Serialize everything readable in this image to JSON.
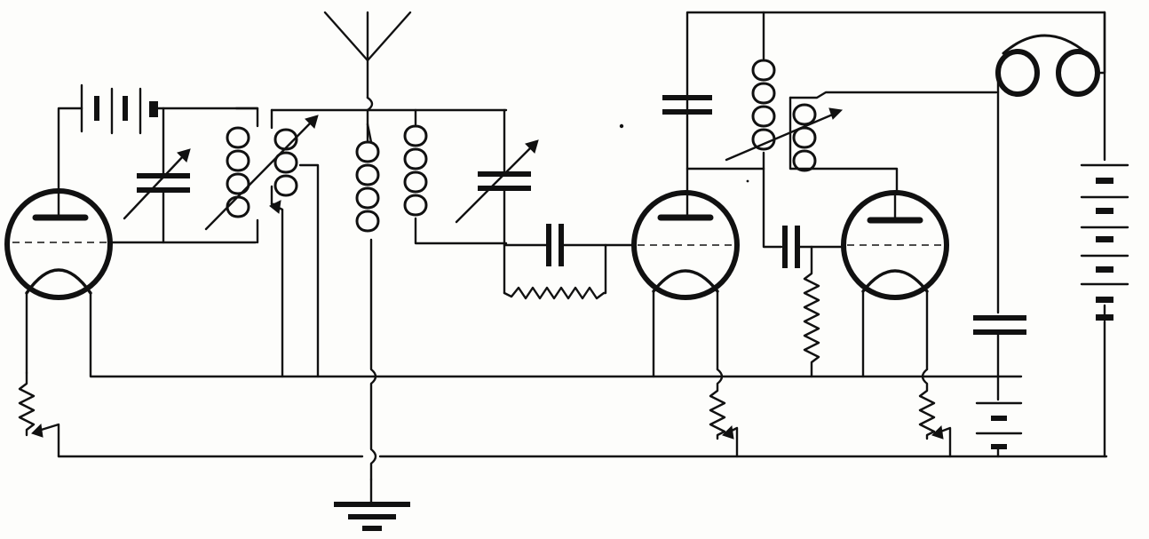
{
  "diagram": {
    "type": "radio-receiver-schematic",
    "components": {
      "tubes": 3,
      "variable_coupled_coils": 2,
      "antenna_coupler_coils": 2,
      "fixed_coil": 1,
      "variable_capacitors": 2,
      "fixed_capacitors": 4,
      "rheostats": 3,
      "grid_leak_resistors": 2,
      "batteries": 3,
      "headphones": 1,
      "antenna": 1,
      "ground": 1
    },
    "colors": {
      "ink": "#111111",
      "paper": "#fdfdfb"
    }
  }
}
